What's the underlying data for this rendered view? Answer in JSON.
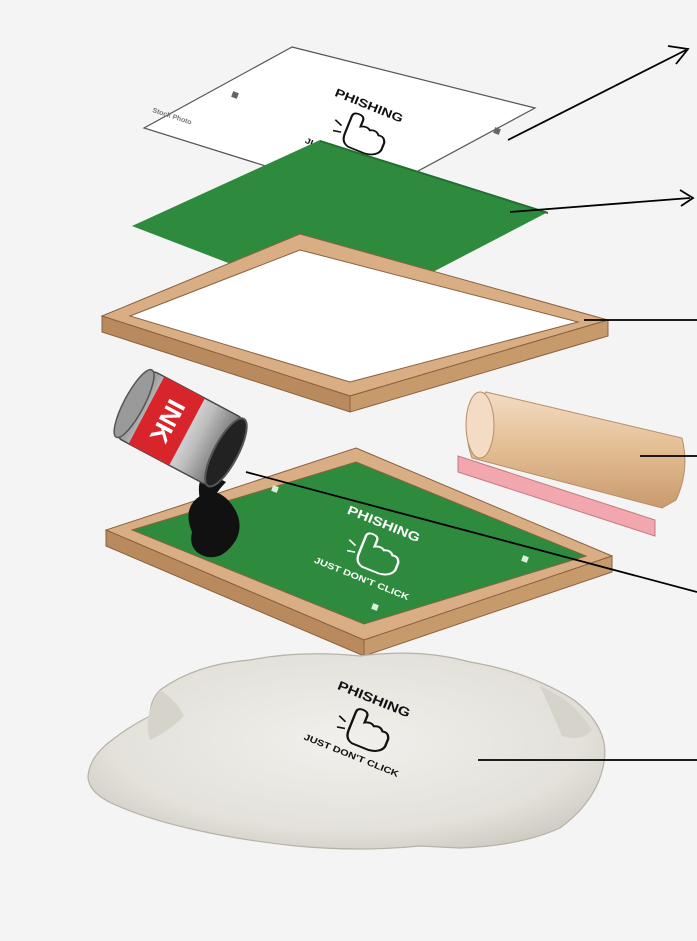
{
  "design": {
    "top_text": "PHISHING",
    "bottom_text": "JUST DON'T CLICK",
    "small_label": "Stock Photo"
  },
  "ink_can": {
    "label": "INK"
  },
  "colors": {
    "background": "#f4f4f4",
    "screen_green": "#2e8b3e",
    "frame_wood": "#d9ae84",
    "frame_wood_dark": "#b98a5e",
    "ink_black": "#111111",
    "can_red": "#d8252b",
    "squeegee_wood": "#e8c7a2",
    "squeegee_blade": "#f2a6ad",
    "shirt": "#e7e5df",
    "leader_line": "#000000"
  },
  "icons": [
    "hand-cursor-icon",
    "arrow-icon"
  ]
}
